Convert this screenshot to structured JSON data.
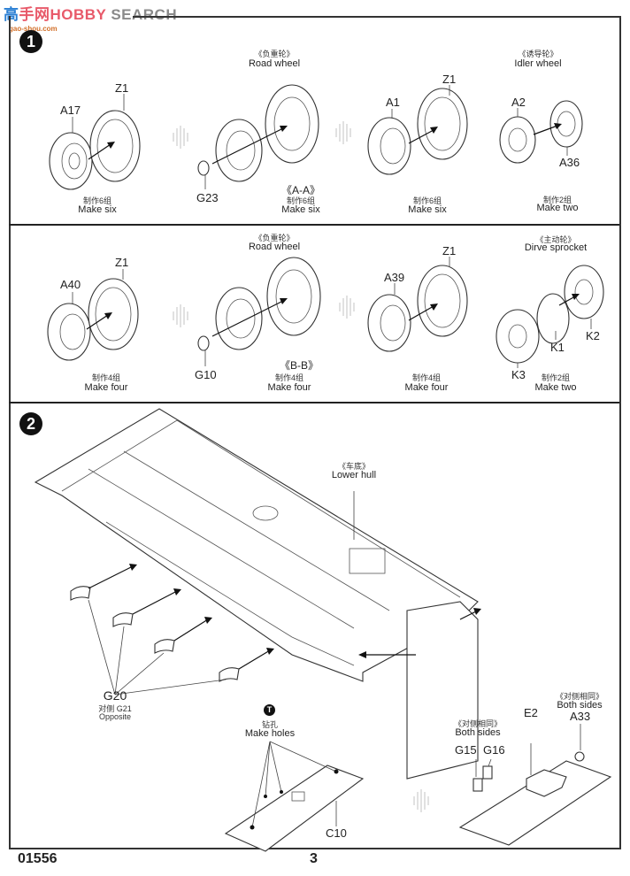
{
  "watermark": {
    "part1": "高",
    "part2": "手网",
    "part3": "HOBBY",
    "part4": " SEARCH",
    "subtitle": "gao-shou.com"
  },
  "steps": [
    {
      "number": "1"
    },
    {
      "number": "2"
    }
  ],
  "step1": {
    "row1": {
      "title_road_cn": "《负重轮》",
      "title_road_en": "Road  wheel",
      "title_idler_cn": "《诱导轮》",
      "title_idler_en": "Idler wheel",
      "parts": {
        "a17": "A17",
        "z1_a": "Z1",
        "g23": "G23",
        "a1": "A1",
        "z1_b": "Z1",
        "a2": "A2",
        "a36": "A36"
      },
      "section_label": "《A-A》",
      "captions": [
        {
          "cn": "制作6组",
          "en": "Make six"
        },
        {
          "cn": "制作6组",
          "en": "Make six"
        },
        {
          "cn": "制作6组",
          "en": "Make six"
        },
        {
          "cn": "制作2组",
          "en": "Make two"
        }
      ]
    },
    "row2": {
      "title_road_cn": "《负重轮》",
      "title_road_en": "Road  wheel",
      "title_sprocket_cn": "《主动轮》",
      "title_sprocket_en": "Dirve sprocket",
      "parts": {
        "a40": "A40",
        "z1_a": "Z1",
        "g10": "G10",
        "a39": "A39",
        "z1_b": "Z1",
        "k1": "K1",
        "k2": "K2",
        "k3": "K3"
      },
      "section_label": "《B-B》",
      "captions": [
        {
          "cn": "制作4组",
          "en": "Make four"
        },
        {
          "cn": "制作4组",
          "en": "Make four"
        },
        {
          "cn": "制作4组",
          "en": "Make four"
        },
        {
          "cn": "制作2组",
          "en": "Make two"
        }
      ]
    }
  },
  "step2": {
    "lower_hull_cn": "《车底》",
    "lower_hull_en": "Lower hull",
    "g20": "G20",
    "g21_cn": "对侧 G21",
    "g21_en": "Opposite",
    "tool_badge": "T",
    "holes_cn": "钻孔",
    "holes_en": "Make holes",
    "c10": "C10",
    "both_sides_1_cn": "《对侧相同》",
    "both_sides_1_en": "Both sides",
    "both_sides_2_cn": "《对侧相同》",
    "both_sides_2_en": "Both sides",
    "g15": "G15",
    "g16": "G16",
    "e2": "E2",
    "a33": "A33"
  },
  "footer": {
    "code": "01556",
    "page": "3"
  }
}
